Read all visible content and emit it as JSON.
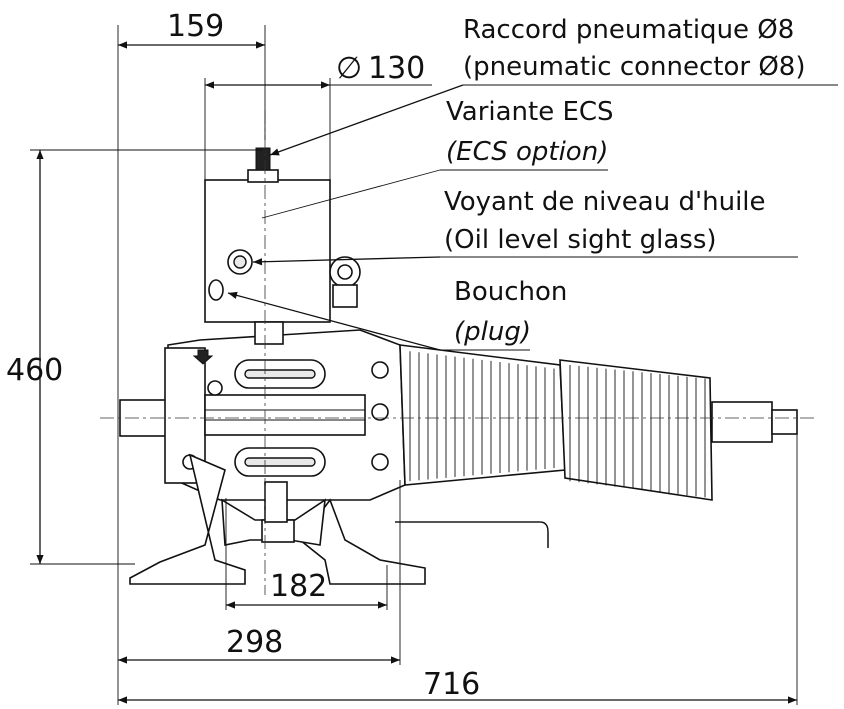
{
  "dimensions": {
    "width_159": "159",
    "dia_symbol": "∅",
    "dia_130": "130",
    "height_460": "460",
    "base_182": "182",
    "base_298": "298",
    "total_716": "716"
  },
  "labels": {
    "pneumatic_fr": "Raccord pneumatique Ø8",
    "pneumatic_en": "(pneumatic connector Ø8)",
    "ecs_fr": "Variante ECS",
    "ecs_en": "(ECS option)",
    "oil_fr": "Voyant de niveau d'huile",
    "oil_en": "(Oil level sight glass)",
    "plug_fr": "Bouchon",
    "plug_en": "(plug)"
  }
}
